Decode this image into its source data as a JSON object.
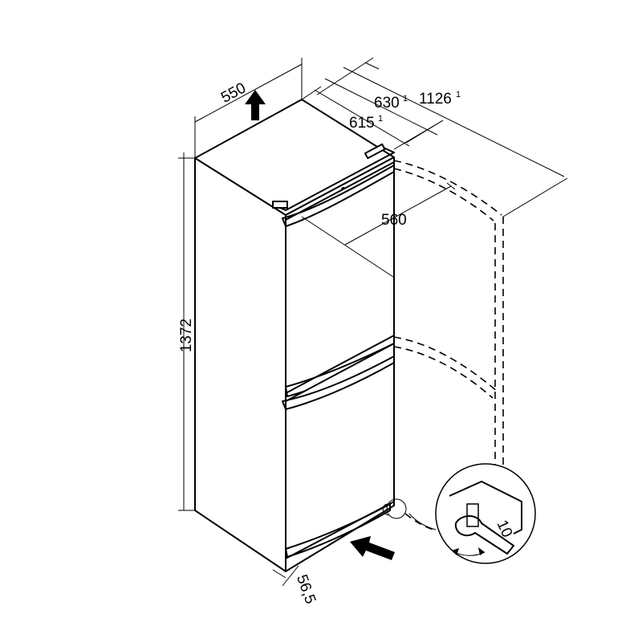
{
  "dimensions": {
    "width": "550",
    "depth_a": "630",
    "depth_a_note": "1",
    "depth_b": "615",
    "depth_b_note": "1",
    "door_open": "1126",
    "door_open_note": "1",
    "door_width": "560",
    "height": "1372",
    "offset": "56,5"
  },
  "detail": {
    "wrench_size": "10"
  }
}
